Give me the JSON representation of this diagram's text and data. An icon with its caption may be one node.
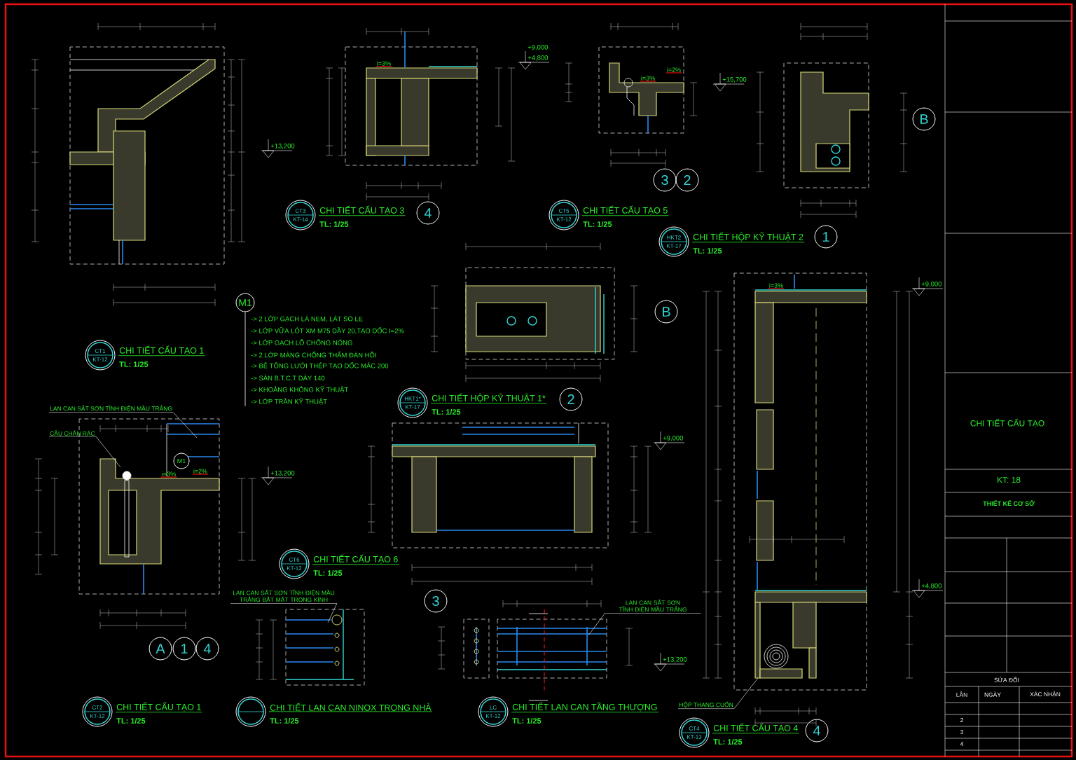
{
  "diagram": {
    "nodes": [
      {
        "text": [
          "3"
        ]
      },
      {
        "text": [
          "2"
        ]
      },
      {
        "text": [
          "B"
        ]
      },
      {
        "text": [
          "CT3",
          "KT-14"
        ],
        "beside": [
          "CHI TIẾT CẤU TẠO 3",
          "TL: 1/25"
        ]
      },
      {
        "text": [
          "4"
        ]
      },
      {
        "text": [
          "CT5",
          "KT-12"
        ],
        "beside": [
          "CHI TIẾT CẤU TẠO 5",
          "TL: 1/25"
        ]
      },
      {
        "text": [
          "HKT2",
          "KT-17"
        ],
        "beside": [
          "CHI TIẾT HỘP KỸ THUẬT 2",
          "TL: 1/25"
        ]
      },
      {
        "text": [
          "1"
        ]
      },
      {
        "text": [
          "M1"
        ]
      },
      {
        "text": [
          "B"
        ]
      },
      {
        "text": [
          "CT1",
          "KT-12"
        ],
        "beside": [
          "CHI TIẾT CẤU TẠO 1",
          "TL: 1/25"
        ]
      },
      {
        "text": [
          "HKT1*",
          "KT-17"
        ],
        "beside": [
          "CHI TIẾT HỘP KỸ THUẬT 1*",
          "TL: 1/25"
        ]
      },
      {
        "text": [
          "2"
        ]
      },
      {
        "text": [
          "LAN CAN SẮT SƠN TĨNH ĐIỆN MẦU TRẮNG"
        ]
      },
      {
        "text": [
          "CẦU CHẮN RÁC"
        ]
      },
      {
        "text": [
          "M1"
        ]
      },
      {
        "text": [
          "CT6",
          "KT-12"
        ],
        "beside": [
          "CHI TIẾT CẤU TẠO 6",
          "TL: 1/25"
        ]
      },
      {
        "text": [
          "LAN CAN SẮT SƠN TĨNH ĐIỆN MẦU TRẮNG BẮT MẶT TRONG KÍNH"
        ]
      },
      {
        "text": [
          "LAN CAN SẮT SƠN TĨNH ĐIỆN MẦU TRẮNG"
        ]
      },
      {
        "text": [
          "3"
        ]
      },
      {
        "text": [
          "A"
        ]
      },
      {
        "text": [
          "1"
        ]
      },
      {
        "text": [
          "4"
        ]
      },
      {
        "text": [
          "HỘP THANG CUỐN"
        ]
      },
      {
        "text": [
          "CT2",
          "KT-12"
        ],
        "beside": [
          "CHI TIẾT CẤU TẠO 1",
          "TL: 1/25"
        ]
      },
      {
        "text": [],
        "shape": "circle",
        "beside": [
          "CHI TIẾT LAN CAN NINOX TRONG NHÀ",
          "TL: 1/25"
        ]
      },
      {
        "text": [
          "LC",
          "KT-12"
        ],
        "beside": [
          "CHI TIẾT LAN CAN TẦNG THƯỢNG",
          "TL: 1/25"
        ]
      },
      {
        "text": [
          "CT4",
          "KT-13"
        ],
        "beside": [
          "CHI TIẾT CẤU TẠO 4",
          "TL: 1/25"
        ]
      },
      {
        "text": [
          "4"
        ]
      }
    ],
    "edges": [
      {
        "from": 13,
        "to": null,
        "arrow": "none"
      },
      {
        "from": 14,
        "to": null,
        "arrow": "none"
      },
      {
        "from": 17,
        "to": null,
        "arrow": "none"
      },
      {
        "from": 18,
        "to": null,
        "arrow": "none"
      },
      {
        "from": 23,
        "to": null,
        "arrow": "none"
      }
    ],
    "labels": [
      "+9,000",
      "i=3%",
      "+4,800",
      "i=2%",
      "+15,700",
      "i=3%",
      "+13,200",
      "+9,000",
      "i=3%",
      "-> 2 LỚP GẠCH LÁ NEM, LÁT SO LE",
      "-> LỚP VỮA LÓT XM M75 DẦY 20,TẠO DỐC I=2%",
      "-> LỚP GẠCH LỖ CHỐNG NÓNG",
      "-> 2 LỚP MÀNG CHỐNG THẤM ĐÀN HỒI",
      "-> BÊ TÔNG LƯỚI THÉP TẠO DỐC MÁC 200",
      "-> SÀN B.T.C.T DÀY 140",
      "-> KHOẢNG KHÔNG KỸ THUẬT",
      "-> LỚP TRẦN KỸ THUẬT",
      "CHI TIẾT CẤU TẠO",
      "+9,000",
      "i=3%",
      "i=2%",
      "+13,200",
      "KT: 18",
      "THIẾT KẾ CƠ SỞ",
      "+4,800",
      "+13,200",
      "SỬA ĐỔI",
      "LẦN",
      "NGÀY",
      "XÁC NHẬN",
      "2",
      "3",
      "4"
    ]
  }
}
